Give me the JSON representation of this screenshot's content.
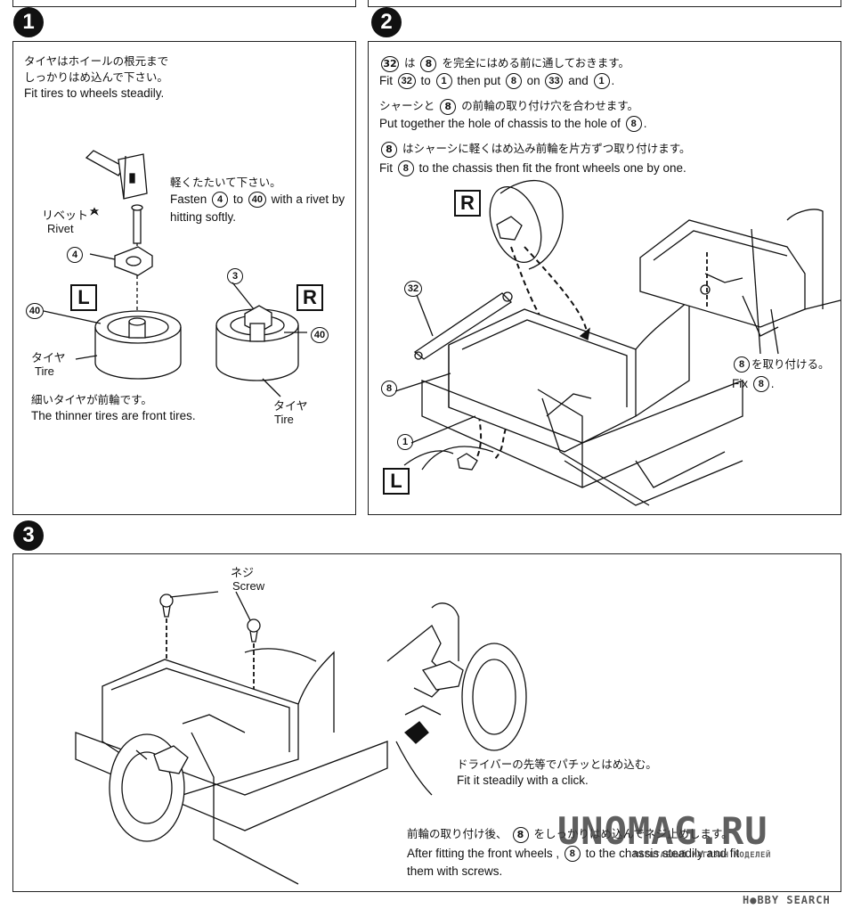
{
  "steps": [
    {
      "number": "1",
      "ja_intro_1": "タイヤはホイールの根元まで",
      "ja_intro_2": "しっかりはめ込んで下さい。",
      "en_intro": "Fit tires to wheels steadily.",
      "hammer_ja": "軽くたたいて下さい。",
      "hammer_en_a": "Fasten",
      "hammer_en_b": "to",
      "hammer_en_c": "with a rivet by",
      "hammer_en_d": "hitting softly.",
      "rivet_ja": "リベット",
      "rivet_en": "Rivet",
      "tire_ja": "タイヤ",
      "tire_en": "Tire",
      "tire2_ja": "タイヤ",
      "tire2_en": "Tire",
      "note_ja": "細いタイヤが前輪です。",
      "note_en": "The thinner tires are front tires.",
      "side_left": "L",
      "side_right": "R",
      "part_4": "4",
      "part_40": "40",
      "part_3": "3"
    },
    {
      "number": "2",
      "l1_ja_a": "は",
      "l1_ja_b": "を完全にはめる前に通しておきます。",
      "l1_en_a": "Fit",
      "l1_en_b": "to",
      "l1_en_c": "then put",
      "l1_en_d": "on",
      "l1_en_e": "and",
      "l1_en_f": ".",
      "l2_ja_a": "シャーシと",
      "l2_ja_b": "の前輪の取り付け穴を合わせます。",
      "l2_en_a": "Put together the hole of chassis to the hole of",
      "l2_en_b": ".",
      "l3_ja": "はシャーシに軽くはめ込み前輪を片方ずつ取り付けます。",
      "l3_en_a": "Fit",
      "l3_en_b": "to the chassis then fit the front wheels one by one.",
      "fix_ja": "を取り付ける。",
      "fix_en_a": "Fix",
      "fix_en_b": ".",
      "side_right": "R",
      "side_left": "L",
      "part_32": "32",
      "part_8": "8",
      "part_1": "1",
      "part_33": "33"
    },
    {
      "number": "3",
      "screw_ja": "ネジ",
      "screw_en": "Screw",
      "driver_ja": "ドライバーの先等でパチッとはめ込む。",
      "driver_en": "Fit it steadily with a click.",
      "after_ja_a": "前輪の取り付け後、",
      "after_ja_b": "をしっかりはめ込んでネジ止めします。",
      "after_en_a": "After fitting the front wheels ,",
      "after_en_b": "to the chassis steadily and fit",
      "after_en_c": "them with screws.",
      "part_8": "8"
    }
  ],
  "watermarks": {
    "unomag": "UNOMAG.RU",
    "unomag_sub": "МАСШТАБНЫЙ МАГАЗИН МОДЕЛЕЙ",
    "hobby": "H●BBY SEARCH"
  }
}
